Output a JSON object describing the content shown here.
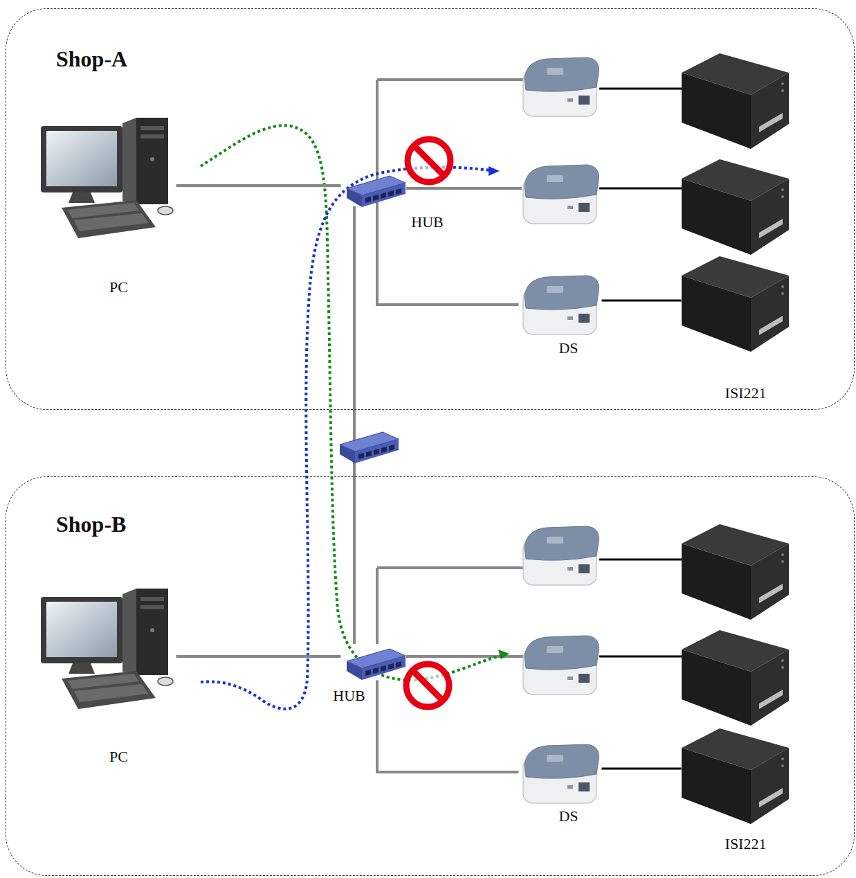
{
  "diagram": {
    "nodes": [
      {
        "text": [
          "Shop-A"
        ]
      },
      {
        "text": [
          "PC"
        ],
        "in": 0
      },
      {
        "text": [
          "HUB"
        ],
        "in": 0
      },
      {
        "text": [
          "DS"
        ],
        "in": 0
      },
      {
        "text": [
          "ISI221"
        ],
        "in": 0
      },
      {
        "text": [
          "Shop-B"
        ]
      },
      {
        "text": [
          "PC"
        ],
        "in": 5
      },
      {
        "text": [
          "HUB"
        ],
        "in": 5
      },
      {
        "text": [
          "DS"
        ],
        "in": 5
      },
      {
        "text": [
          "ISI221"
        ],
        "in": 5
      }
    ],
    "edges": [
      {
        "from": 1,
        "to": 2,
        "arrow": "none"
      },
      {
        "from": 2,
        "to": 3,
        "arrow": "none"
      },
      {
        "from": 3,
        "to": 4,
        "arrow": "none"
      },
      {
        "from": 6,
        "to": 7,
        "arrow": "none"
      },
      {
        "from": 7,
        "to": 8,
        "arrow": "none"
      },
      {
        "from": 8,
        "to": 9,
        "arrow": "none"
      }
    ]
  }
}
